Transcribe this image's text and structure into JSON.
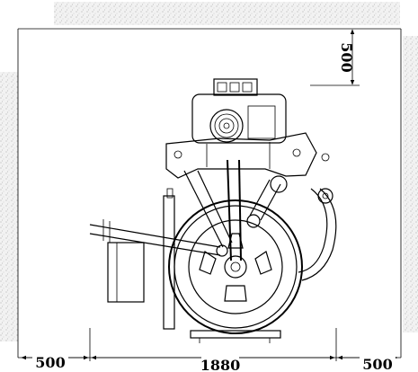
{
  "dimensions": {
    "top_clearance": "500",
    "left_clearance": "500",
    "machine_width": "1880",
    "right_clearance": "500"
  }
}
